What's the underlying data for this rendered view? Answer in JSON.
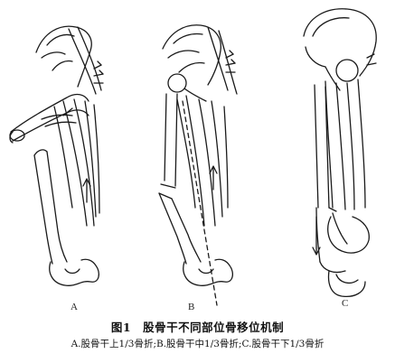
{
  "figure": {
    "panels": [
      {
        "label": "A"
      },
      {
        "label": "B"
      },
      {
        "label": "C"
      }
    ],
    "caption_title": "图1　股骨干不同部位骨移位机制",
    "caption_sub": "A.股骨干上1/3骨折;B.股骨干中1/3骨折;C.股骨干下1/3骨折"
  }
}
